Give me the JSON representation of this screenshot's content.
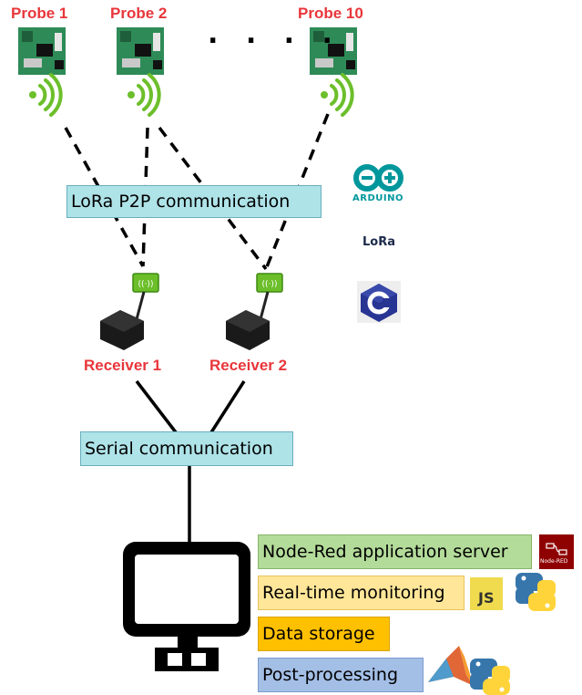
{
  "probes": [
    {
      "label": "Probe 1"
    },
    {
      "label": "Probe 2"
    },
    {
      "label": "Probe 10"
    }
  ],
  "ellipsis": ". . . .",
  "lora_box": {
    "label": "LoRa P2P communication"
  },
  "receivers": [
    {
      "label": "Receiver 1"
    },
    {
      "label": "Receiver 2"
    }
  ],
  "serial_box": {
    "label": "Serial communication"
  },
  "server_items": [
    {
      "label": "Node-Red application server",
      "color": "#b3db9a"
    },
    {
      "label": "Real-time monitoring",
      "color": "#ffe699"
    },
    {
      "label": "Data storage",
      "color": "#ffc000"
    },
    {
      "label": "Post-processing",
      "color": "#a4bfe6"
    }
  ],
  "logos": {
    "arduino": "ARDUINO",
    "lora": "LoRa",
    "c": "C",
    "nodered": "Node-RED",
    "js": "JS"
  },
  "colors": {
    "label_red": "#e8363a",
    "arduino_teal": "#00979c",
    "c_blue": "#283593",
    "nodered_red": "#8f0000"
  }
}
